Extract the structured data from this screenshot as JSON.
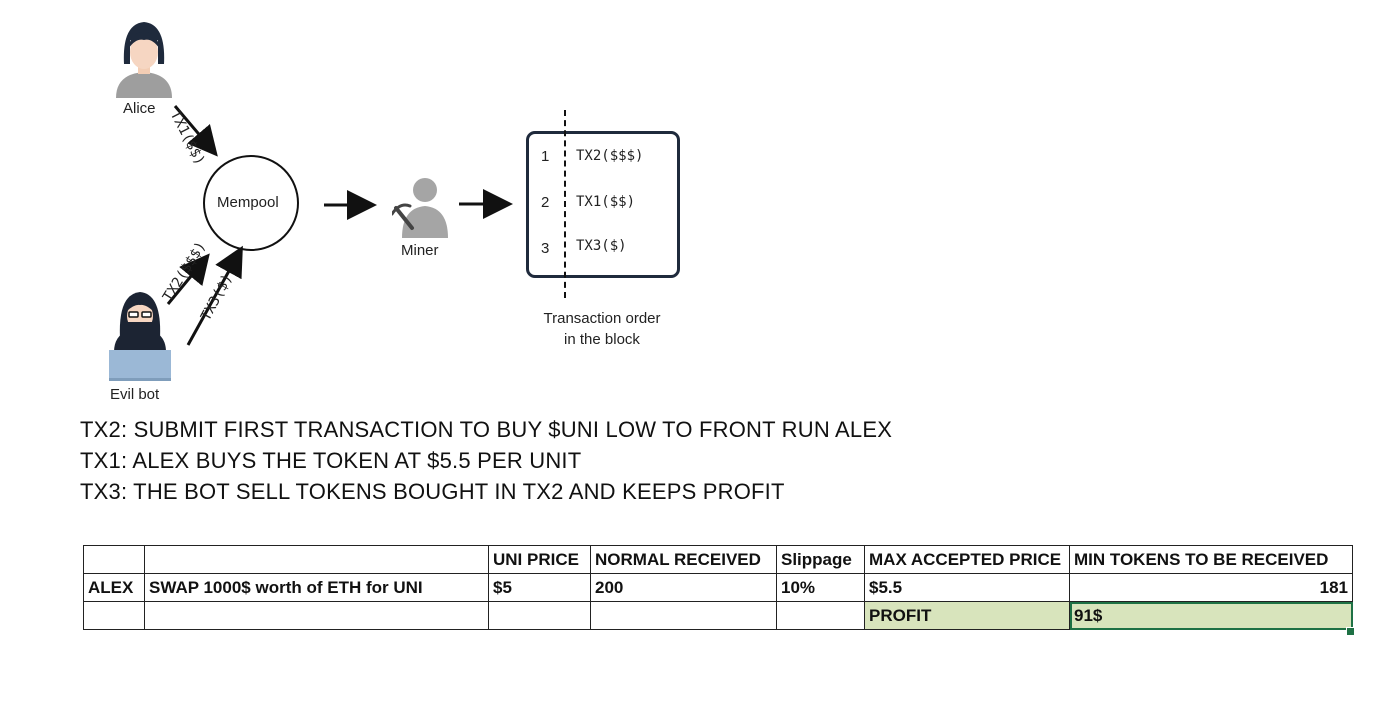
{
  "diagram": {
    "actors": {
      "alice": "Alice",
      "evil_bot": "Evil bot",
      "miner": "Miner"
    },
    "mempool_label": "Mempool",
    "arrows": {
      "tx1": "TX1($$)",
      "tx2": "TX2($$$)",
      "tx3": "TX3($)"
    },
    "block": {
      "rows": [
        {
          "num": "1",
          "tx": "TX2($$$)"
        },
        {
          "num": "2",
          "tx": "TX1($$)"
        },
        {
          "num": "3",
          "tx": "TX3($)"
        }
      ],
      "caption_line1": "Transaction order",
      "caption_line2": "in the block"
    }
  },
  "notes": [
    "TX2: SUBMIT FIRST TRANSACTION TO BUY $UNI LOW TO FRONT RUN ALEX",
    "TX1: ALEX BUYS THE TOKEN AT $5.5 PER UNIT",
    "TX3: THE BOT SELL TOKENS BOUGHT IN TX2 AND KEEPS PROFIT"
  ],
  "sheet": {
    "headers": [
      "",
      "",
      "UNI PRICE",
      "NORMAL RECEIVED",
      "Slippage",
      "MAX ACCEPTED PRICE",
      "MIN TOKENS TO BE RECEIVED"
    ],
    "row1": [
      "ALEX",
      "SWAP 1000$ worth of ETH for UNI",
      "$5",
      "200",
      "10%",
      "$5.5",
      "181"
    ],
    "row2": [
      "",
      "",
      "",
      "",
      "",
      "PROFIT",
      "91$"
    ]
  },
  "colors": {
    "profit_fill": "#d8e4bc",
    "selection_border": "#1e7145"
  },
  "icons": [
    "alice-avatar-icon",
    "evil-bot-avatar-icon",
    "miner-icon"
  ]
}
